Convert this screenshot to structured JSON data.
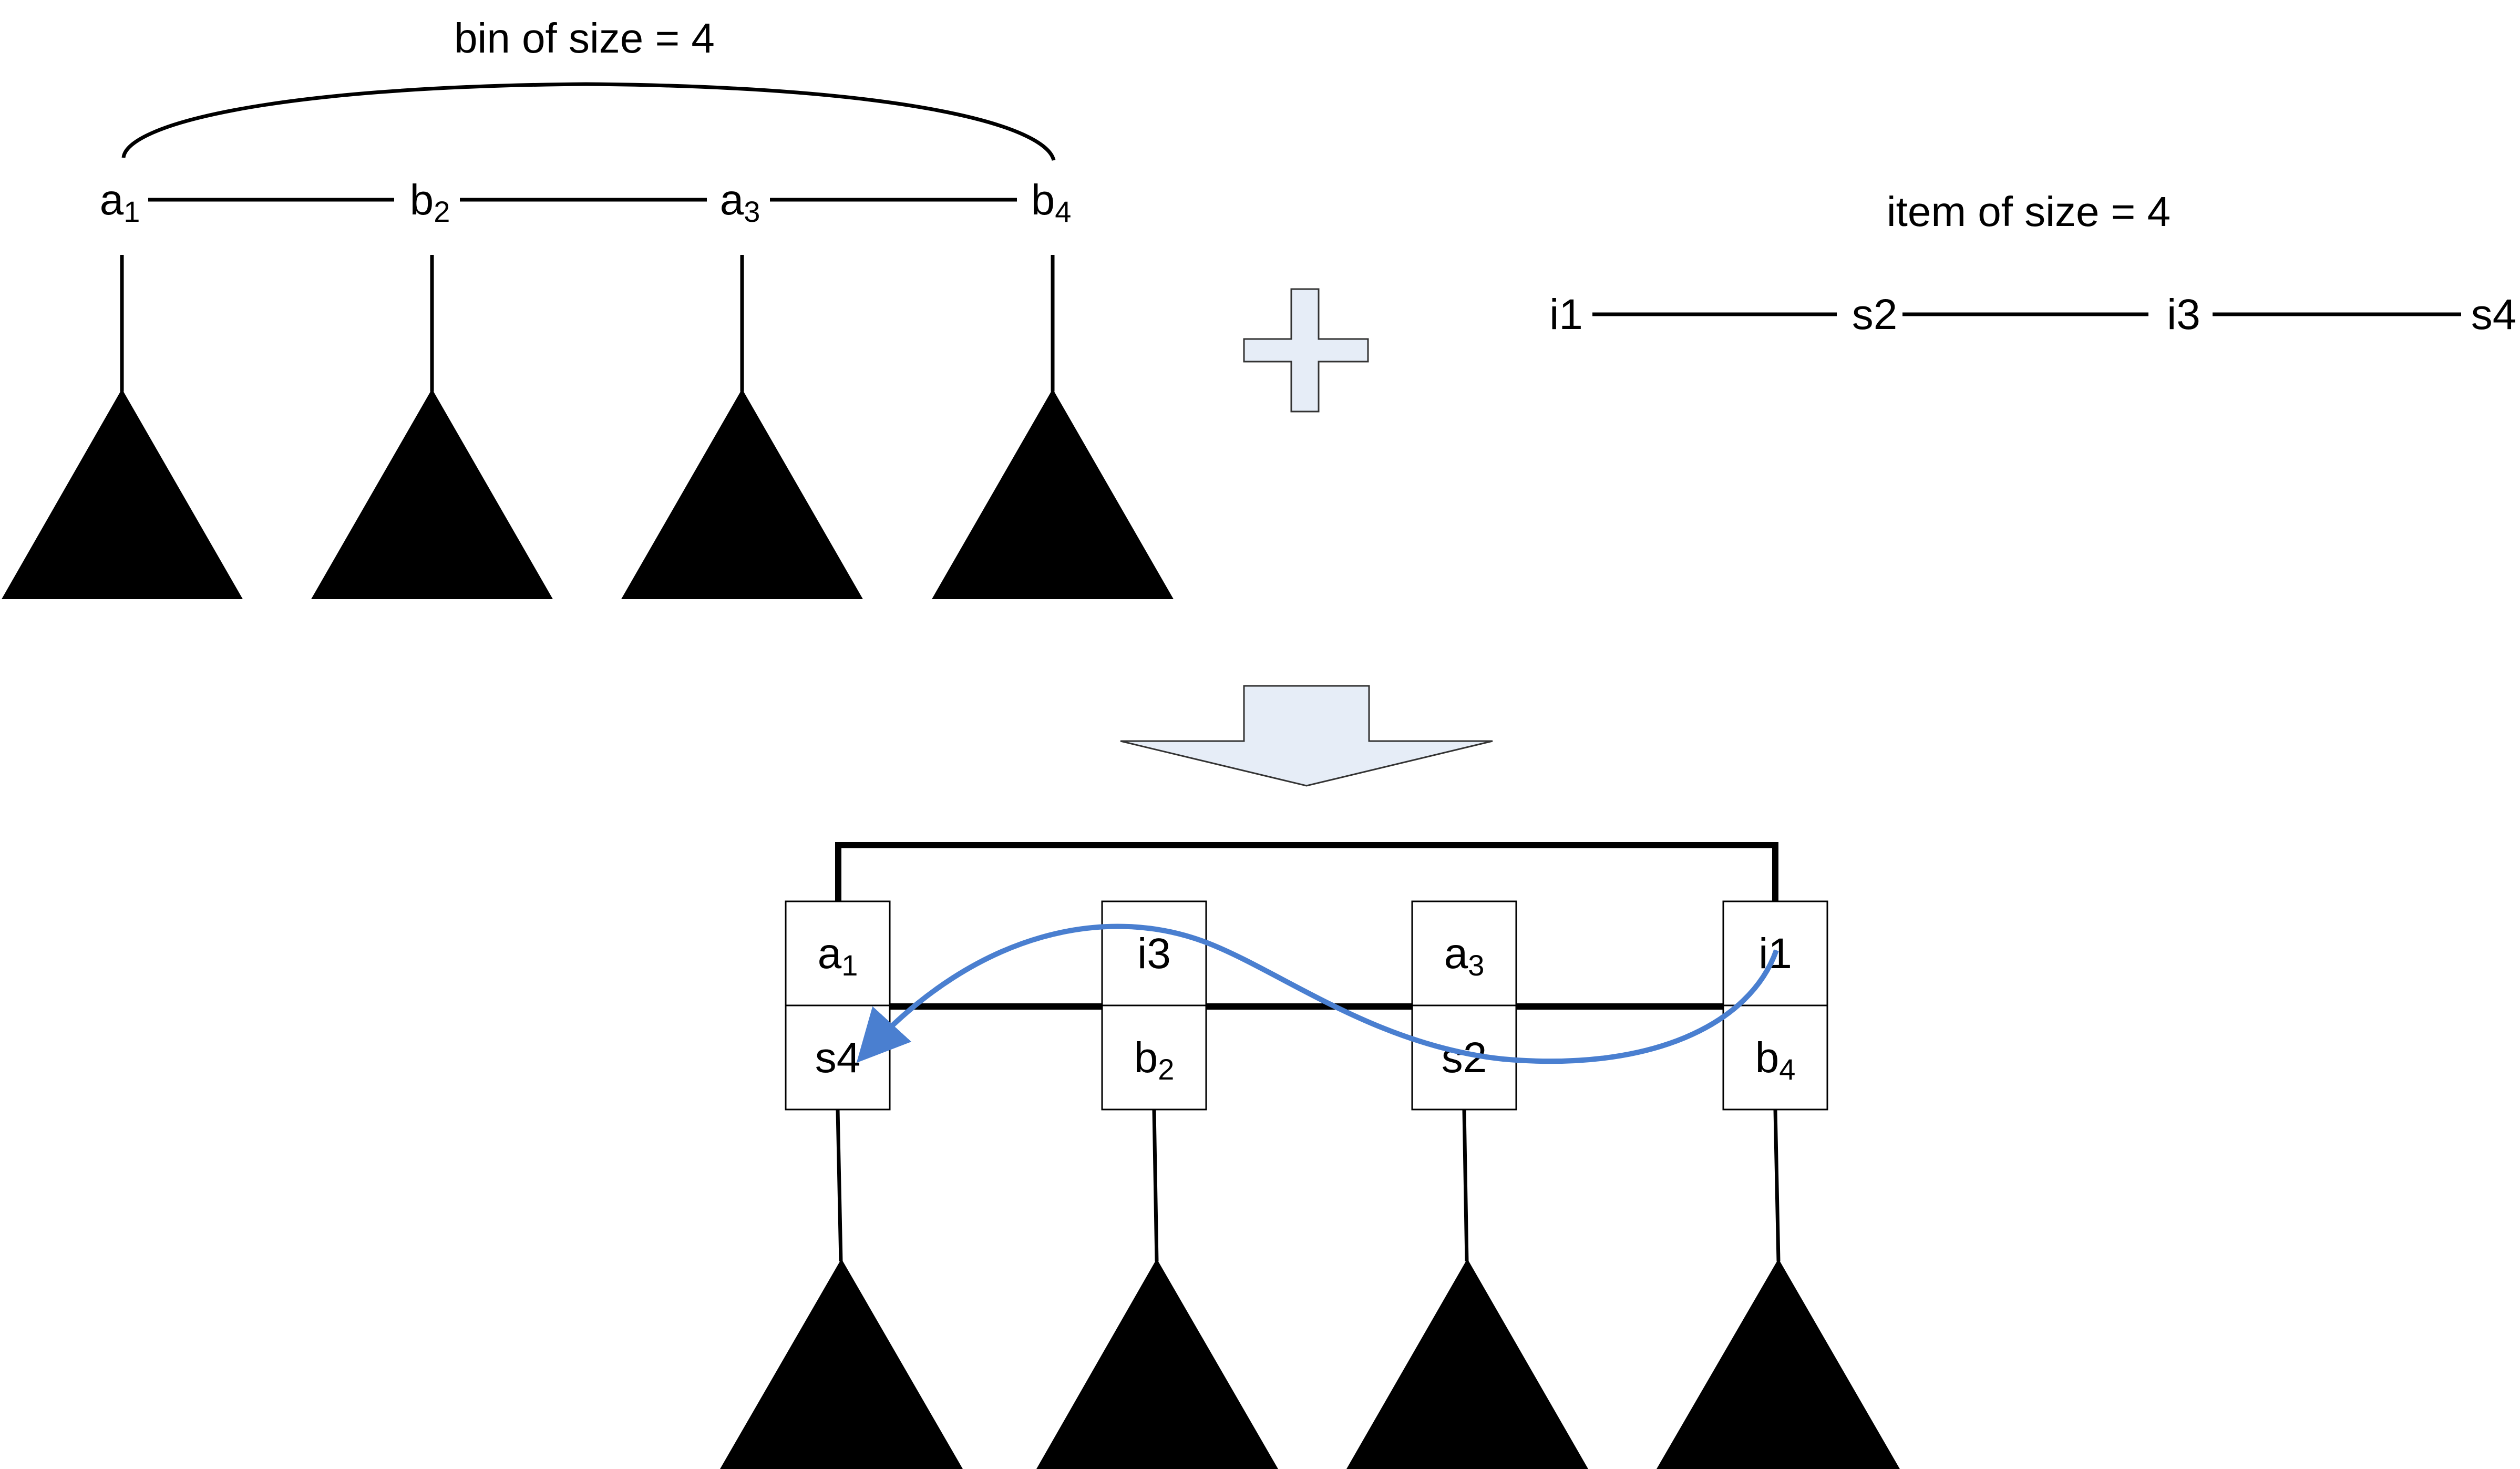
{
  "top_bin": {
    "label": "bin of size = 4",
    "nodes": [
      {
        "base": "a",
        "sub": "1"
      },
      {
        "base": "b",
        "sub": "2"
      },
      {
        "base": "a",
        "sub": "3"
      },
      {
        "base": "b",
        "sub": "4"
      }
    ]
  },
  "item": {
    "label": "item of size = 4",
    "nodes": [
      "i1",
      "s2",
      "i3",
      "s4"
    ]
  },
  "result": {
    "columns": [
      {
        "top": {
          "base": "a",
          "sub": "1"
        },
        "bottom": {
          "base": "s4",
          "sub": ""
        }
      },
      {
        "top": {
          "base": "i3",
          "sub": ""
        },
        "bottom": {
          "base": "b",
          "sub": "2"
        }
      },
      {
        "top": {
          "base": "a",
          "sub": "3"
        },
        "bottom": {
          "base": "s2",
          "sub": ""
        }
      },
      {
        "top": {
          "base": "i1",
          "sub": ""
        },
        "bottom": {
          "base": "b",
          "sub": "4"
        }
      }
    ]
  },
  "colors": {
    "arrow_curve": "#4a7fd0",
    "shape_fill": "#e6edf7",
    "line": "#000000"
  },
  "icons": {
    "plus": "plus-icon",
    "down_arrow": "down-arrow-icon"
  }
}
